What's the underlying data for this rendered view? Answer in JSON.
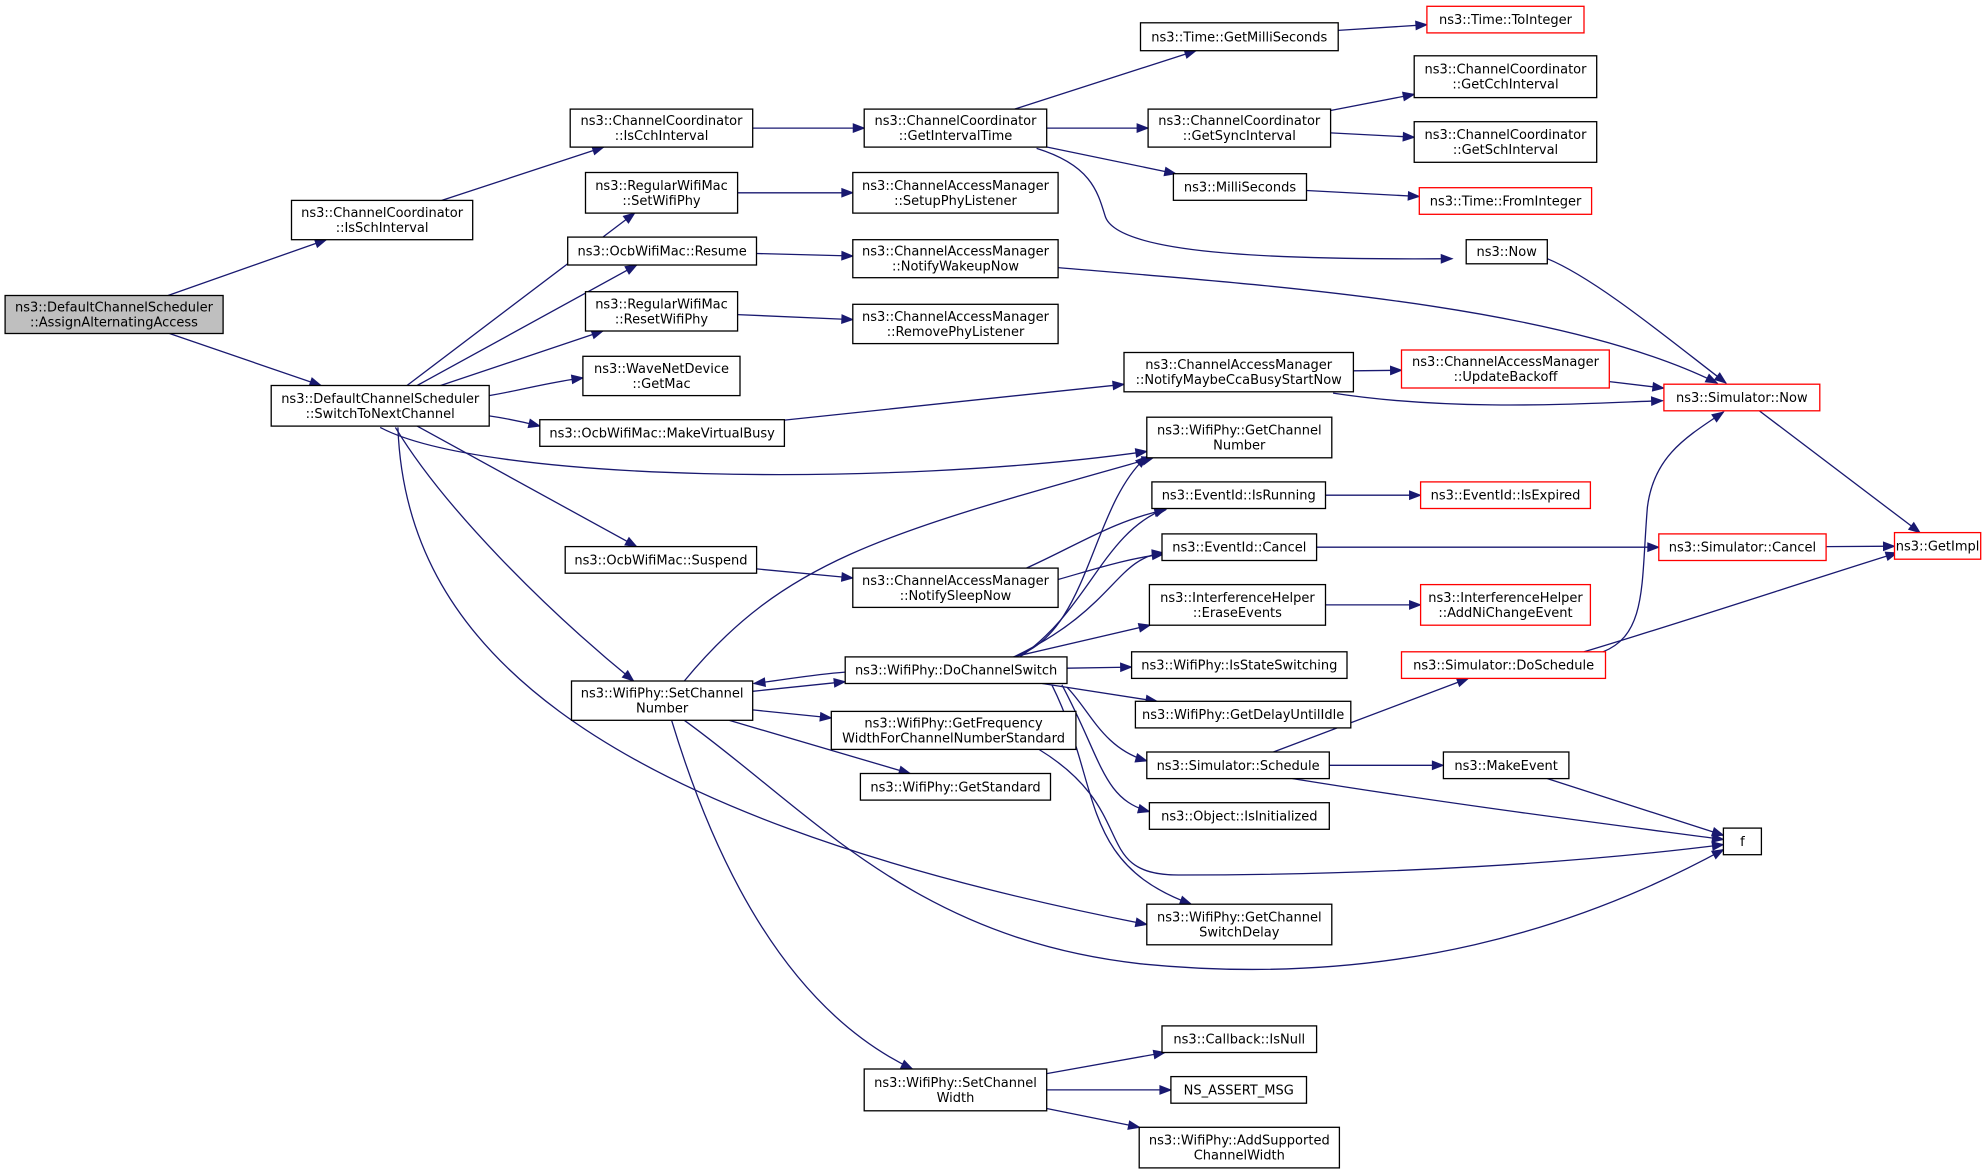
{
  "diagram": {
    "nodes": [
      {
        "id": "n0",
        "lines": [
          "ns3::DefaultChannelScheduler",
          "::AssignAlternatingAccess"
        ],
        "style": "root"
      },
      {
        "id": "n1",
        "lines": [
          "ns3::ChannelCoordinator",
          "::IsSchInterval"
        ],
        "style": "normal"
      },
      {
        "id": "n2",
        "lines": [
          "ns3::DefaultChannelScheduler",
          "::SwitchToNextChannel"
        ],
        "style": "normal"
      },
      {
        "id": "n3",
        "lines": [
          "ns3::ChannelCoordinator",
          "::IsCchInterval"
        ],
        "style": "normal"
      },
      {
        "id": "n4",
        "lines": [
          "ns3::ChannelCoordinator",
          "::GetIntervalTime"
        ],
        "style": "normal"
      },
      {
        "id": "n5",
        "lines": [
          "ns3::Time::GetMilliSeconds"
        ],
        "style": "normal"
      },
      {
        "id": "n6",
        "lines": [
          "ns3::Time::ToInteger"
        ],
        "style": "truncated"
      },
      {
        "id": "n7",
        "lines": [
          "ns3::ChannelCoordinator",
          "::GetSyncInterval"
        ],
        "style": "normal"
      },
      {
        "id": "n8",
        "lines": [
          "ns3::ChannelCoordinator",
          "::GetCchInterval"
        ],
        "style": "normal"
      },
      {
        "id": "n9",
        "lines": [
          "ns3::ChannelCoordinator",
          "::GetSchInterval"
        ],
        "style": "normal"
      },
      {
        "id": "n10",
        "lines": [
          "ns3::MilliSeconds"
        ],
        "style": "normal"
      },
      {
        "id": "n11",
        "lines": [
          "ns3::Time::FromInteger"
        ],
        "style": "truncated"
      },
      {
        "id": "n12",
        "lines": [
          "ns3::Now"
        ],
        "style": "normal"
      },
      {
        "id": "n13",
        "lines": [
          "ns3::Simulator::Now"
        ],
        "style": "truncated"
      },
      {
        "id": "n14",
        "lines": [
          "ns3::GetImpl"
        ],
        "style": "truncated"
      },
      {
        "id": "n15",
        "lines": [
          "ns3::RegularWifiMac",
          "::SetWifiPhy"
        ],
        "style": "normal"
      },
      {
        "id": "n16",
        "lines": [
          "ns3::ChannelAccessManager",
          "::SetupPhyListener"
        ],
        "style": "normal"
      },
      {
        "id": "n17",
        "lines": [
          "ns3::OcbWifiMac::Resume"
        ],
        "style": "normal"
      },
      {
        "id": "n18",
        "lines": [
          "ns3::ChannelAccessManager",
          "::NotifyWakeupNow"
        ],
        "style": "normal"
      },
      {
        "id": "n19",
        "lines": [
          "ns3::RegularWifiMac",
          "::ResetWifiPhy"
        ],
        "style": "normal"
      },
      {
        "id": "n20",
        "lines": [
          "ns3::ChannelAccessManager",
          "::RemovePhyListener"
        ],
        "style": "normal"
      },
      {
        "id": "n21",
        "lines": [
          "ns3::WaveNetDevice",
          "::GetMac"
        ],
        "style": "normal"
      },
      {
        "id": "n22",
        "lines": [
          "ns3::OcbWifiMac::MakeVirtualBusy"
        ],
        "style": "normal"
      },
      {
        "id": "n23",
        "lines": [
          "ns3::ChannelAccessManager",
          "::NotifyMaybeCcaBusyStartNow"
        ],
        "style": "normal"
      },
      {
        "id": "n24",
        "lines": [
          "ns3::ChannelAccessManager",
          "::UpdateBackoff"
        ],
        "style": "truncated"
      },
      {
        "id": "n25",
        "lines": [
          "ns3::WifiPhy::GetChannel",
          "Number"
        ],
        "style": "normal"
      },
      {
        "id": "n26",
        "lines": [
          "ns3::EventId::IsRunning"
        ],
        "style": "normal"
      },
      {
        "id": "n27",
        "lines": [
          "ns3::EventId::IsExpired"
        ],
        "style": "truncated"
      },
      {
        "id": "n28",
        "lines": [
          "ns3::EventId::Cancel"
        ],
        "style": "normal"
      },
      {
        "id": "n29",
        "lines": [
          "ns3::Simulator::Cancel"
        ],
        "style": "truncated"
      },
      {
        "id": "n30",
        "lines": [
          "ns3::OcbWifiMac::Suspend"
        ],
        "style": "normal"
      },
      {
        "id": "n31",
        "lines": [
          "ns3::ChannelAccessManager",
          "::NotifySleepNow"
        ],
        "style": "normal"
      },
      {
        "id": "n32",
        "lines": [
          "ns3::InterferenceHelper",
          "::EraseEvents"
        ],
        "style": "normal"
      },
      {
        "id": "n33",
        "lines": [
          "ns3::InterferenceHelper",
          "::AddNiChangeEvent"
        ],
        "style": "truncated"
      },
      {
        "id": "n34",
        "lines": [
          "ns3::Simulator::DoSchedule"
        ],
        "style": "truncated"
      },
      {
        "id": "n35",
        "lines": [
          "ns3::WifiPhy::DoChannelSwitch"
        ],
        "style": "normal"
      },
      {
        "id": "n36",
        "lines": [
          "ns3::WifiPhy::IsStateSwitching"
        ],
        "style": "normal"
      },
      {
        "id": "n37",
        "lines": [
          "ns3::WifiPhy::SetChannel",
          "Number"
        ],
        "style": "normal"
      },
      {
        "id": "n38",
        "lines": [
          "ns3::WifiPhy::GetDelayUntilIdle"
        ],
        "style": "normal"
      },
      {
        "id": "n39",
        "lines": [
          "ns3::WifiPhy::GetFrequency",
          "WidthForChannelNumberStandard"
        ],
        "style": "normal"
      },
      {
        "id": "n40",
        "lines": [
          "ns3::Simulator::Schedule"
        ],
        "style": "normal"
      },
      {
        "id": "n41",
        "lines": [
          "ns3::MakeEvent"
        ],
        "style": "normal"
      },
      {
        "id": "n42",
        "lines": [
          "ns3::WifiPhy::GetStandard"
        ],
        "style": "normal"
      },
      {
        "id": "n43",
        "lines": [
          "ns3::Object::IsInitialized"
        ],
        "style": "normal"
      },
      {
        "id": "n44",
        "lines": [
          "f"
        ],
        "style": "normal"
      },
      {
        "id": "n45",
        "lines": [
          "ns3::WifiPhy::GetChannel",
          "SwitchDelay"
        ],
        "style": "normal"
      },
      {
        "id": "n46",
        "lines": [
          "ns3::Callback::IsNull"
        ],
        "style": "normal"
      },
      {
        "id": "n47",
        "lines": [
          "ns3::WifiPhy::SetChannel",
          "Width"
        ],
        "style": "normal"
      },
      {
        "id": "n48",
        "lines": [
          "NS_ASSERT_MSG"
        ],
        "style": "normal"
      },
      {
        "id": "n49",
        "lines": [
          "ns3::WifiPhy::AddSupported",
          "ChannelWidth"
        ],
        "style": "normal"
      }
    ],
    "edges": [
      [
        "n0",
        "n1"
      ],
      [
        "n0",
        "n2"
      ],
      [
        "n1",
        "n3"
      ],
      [
        "n3",
        "n4"
      ],
      [
        "n4",
        "n5"
      ],
      [
        "n4",
        "n7"
      ],
      [
        "n4",
        "n10"
      ],
      [
        "n4",
        "n12"
      ],
      [
        "n5",
        "n6"
      ],
      [
        "n7",
        "n8"
      ],
      [
        "n7",
        "n9"
      ],
      [
        "n10",
        "n11"
      ],
      [
        "n12",
        "n13"
      ],
      [
        "n13",
        "n14"
      ],
      [
        "n2",
        "n15"
      ],
      [
        "n2",
        "n17"
      ],
      [
        "n2",
        "n19"
      ],
      [
        "n2",
        "n21"
      ],
      [
        "n2",
        "n22"
      ],
      [
        "n2",
        "n25"
      ],
      [
        "n2",
        "n30"
      ],
      [
        "n2",
        "n37"
      ],
      [
        "n2",
        "n45"
      ],
      [
        "n15",
        "n16"
      ],
      [
        "n17",
        "n18"
      ],
      [
        "n18",
        "n13"
      ],
      [
        "n19",
        "n20"
      ],
      [
        "n22",
        "n23"
      ],
      [
        "n23",
        "n24"
      ],
      [
        "n23",
        "n13"
      ],
      [
        "n24",
        "n13"
      ],
      [
        "n26",
        "n27"
      ],
      [
        "n28",
        "n29"
      ],
      [
        "n29",
        "n14"
      ],
      [
        "n30",
        "n31"
      ],
      [
        "n31",
        "n26"
      ],
      [
        "n31",
        "n28"
      ],
      [
        "n32",
        "n33"
      ],
      [
        "n34",
        "n13"
      ],
      [
        "n34",
        "n14"
      ],
      [
        "n37",
        "n25"
      ],
      [
        "n37",
        "n35"
      ],
      [
        "n37",
        "n39"
      ],
      [
        "n37",
        "n42"
      ],
      [
        "n37",
        "n44"
      ],
      [
        "n37",
        "n47"
      ],
      [
        "n35",
        "n37"
      ],
      [
        "n35",
        "n25"
      ],
      [
        "n35",
        "n26"
      ],
      [
        "n35",
        "n28"
      ],
      [
        "n35",
        "n32"
      ],
      [
        "n35",
        "n36"
      ],
      [
        "n35",
        "n38"
      ],
      [
        "n35",
        "n40"
      ],
      [
        "n35",
        "n43"
      ],
      [
        "n35",
        "n45"
      ],
      [
        "n39",
        "n44"
      ],
      [
        "n40",
        "n34"
      ],
      [
        "n40",
        "n41"
      ],
      [
        "n40",
        "n44"
      ],
      [
        "n41",
        "n44"
      ],
      [
        "n47",
        "n46"
      ],
      [
        "n47",
        "n48"
      ],
      [
        "n47",
        "n49"
      ]
    ]
  }
}
